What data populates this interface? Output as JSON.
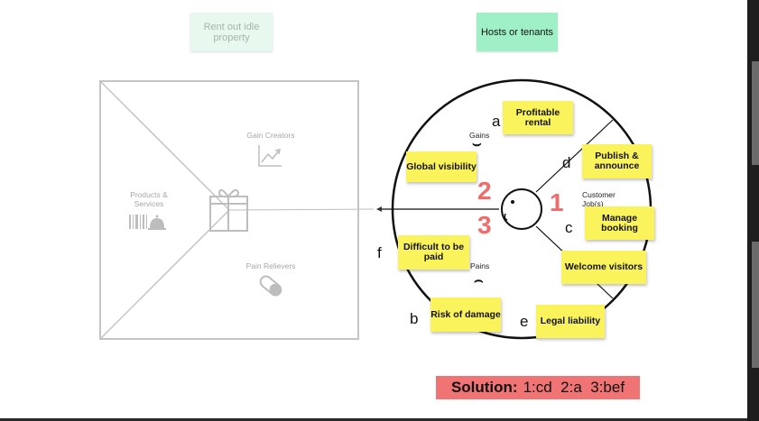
{
  "top_labels": {
    "value_proposition": "Rent out idle property",
    "customer_segment": "Hosts or tenants"
  },
  "value_map": {
    "gain_creators": "Gain Creators",
    "products_services": "Products & Services",
    "pain_relievers": "Pain Relievers"
  },
  "customer_profile": {
    "gains_label": "Gains",
    "pains_label": "Pains",
    "jobs_label": "Customer Job(s)"
  },
  "stickies": {
    "profitable_rental": "Profitable rental",
    "global_visibility": "Global visibility",
    "publish_announce": "Publish & announce",
    "manage_booking": "Manage booking",
    "welcome_visitors": "Welcome visitors",
    "difficult_paid": "Difficult to be paid",
    "risk_damage": "Risk of damage",
    "legal_liability": "Legal liability"
  },
  "letters": {
    "a": "a",
    "b": "b",
    "c": "c",
    "d": "d",
    "e": "e",
    "f": "f"
  },
  "numbers": {
    "one": "1",
    "two": "2",
    "three": "3"
  },
  "solution": {
    "label": "Solution:",
    "answer": "1:cd  2:a  3:bef"
  },
  "colors": {
    "sticky_yellow": "#fbf35b",
    "mint_pale": "#e7f8ef",
    "mint": "#9ff0c7",
    "number_red": "#f26b6b",
    "solution_bg": "#f07474",
    "faded_grey": "#bdbdbd"
  },
  "icons": [
    "gift-icon",
    "chart-up-icon",
    "barcode-icon",
    "bell-icon",
    "pill-icon",
    "face-icon",
    "smile-icon",
    "frown-icon",
    "arrow-left-icon"
  ]
}
